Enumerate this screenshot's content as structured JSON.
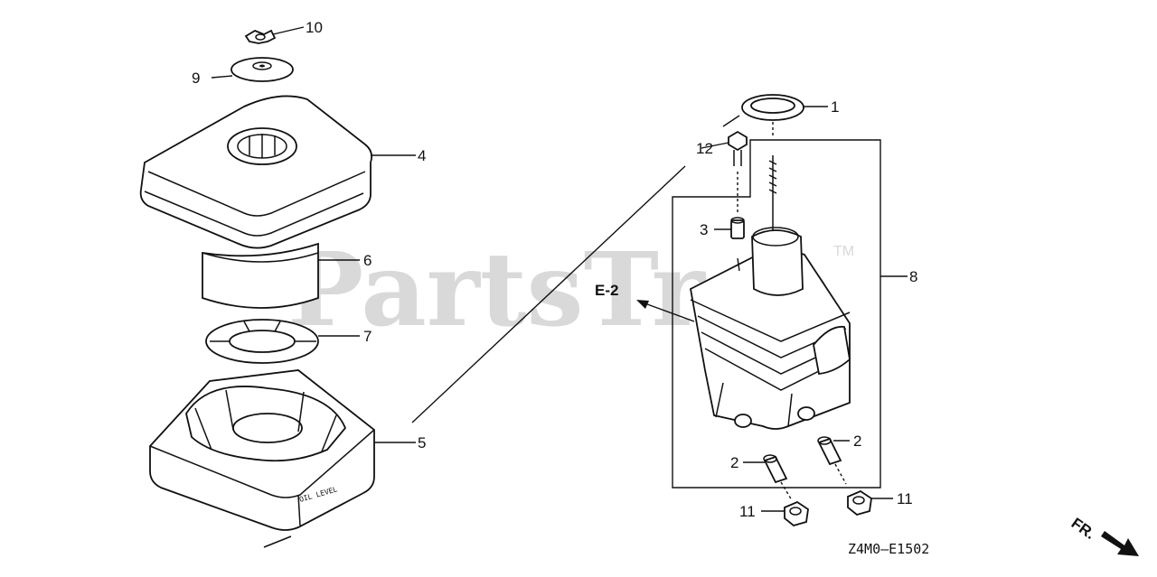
{
  "watermark": {
    "text": "PartsTree",
    "mark": "TM"
  },
  "diagram_code": "Z4M0—E1502",
  "reference": "E-2",
  "direction_label": "FR.",
  "oil_level_text": "OIL LEVEL",
  "callouts": {
    "wing_nut": "10",
    "seal_washer": "9",
    "cover": "4",
    "element": "6",
    "grommet": "7",
    "case": "5",
    "gasket_ring": "1",
    "bolt": "12",
    "collar": "3",
    "elbow_assembly": "8",
    "pipe_right": "2",
    "pipe_left": "2",
    "cap_left": "11",
    "cap_right": "11"
  }
}
